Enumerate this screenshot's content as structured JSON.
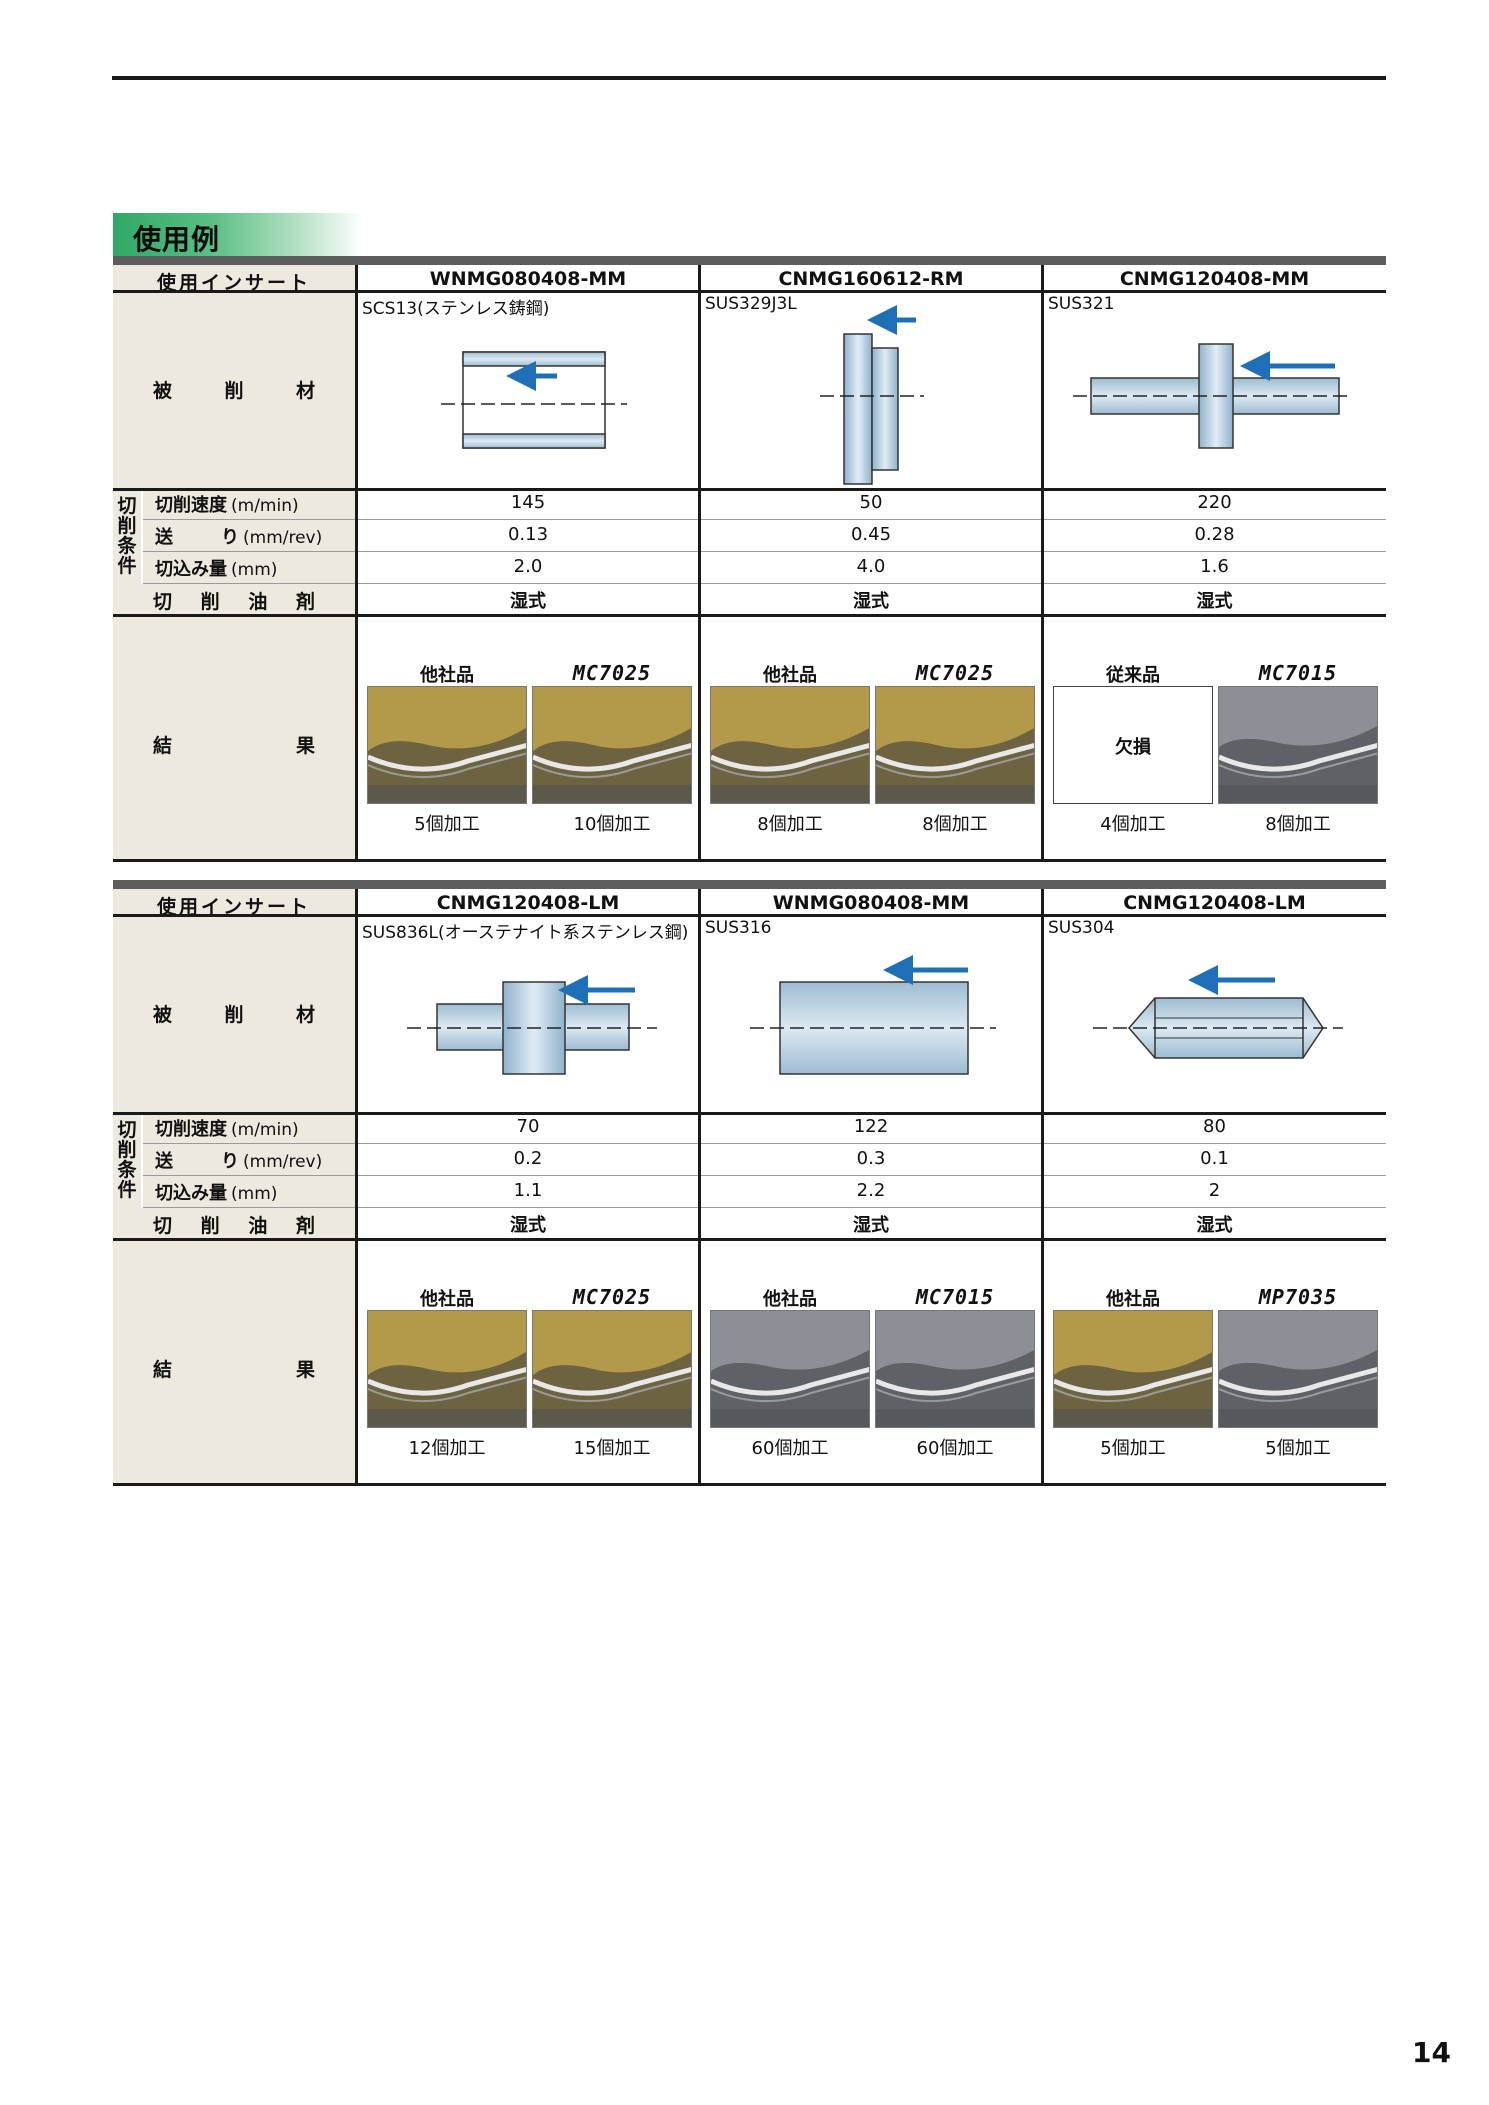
{
  "section_title": "使用例",
  "labels": {
    "insert": "使用インサート",
    "material": [
      "被",
      "削",
      "材"
    ],
    "condition_side": "切削条件",
    "speed": "切削速度",
    "speed_unit": "(m/min)",
    "feed_a": "送",
    "feed_b": "り",
    "feed_unit": "(mm/rev)",
    "depth": "切込み量",
    "depth_unit": "(mm)",
    "oil": [
      "切",
      "削",
      "油",
      "剤"
    ],
    "result": [
      "結",
      "果"
    ]
  },
  "blocks": [
    {
      "cases": [
        {
          "insert": "WNMG080408-MM",
          "material": "SCS13(ステンレス鋳鋼)",
          "speed": "145",
          "feed": "0.13",
          "depth": "2.0",
          "oil": "湿式",
          "results": [
            {
              "label": "他社品",
              "count": "5個加工",
              "tone": "gold"
            },
            {
              "label": "MC7025",
              "count": "10個加工",
              "tone": "gold"
            }
          ]
        },
        {
          "insert": "CNMG160612-RM",
          "material": "SUS329J3L",
          "speed": "50",
          "feed": "0.45",
          "depth": "4.0",
          "oil": "湿式",
          "results": [
            {
              "label": "他社品",
              "count": "8個加工",
              "tone": "gold"
            },
            {
              "label": "MC7025",
              "count": "8個加工",
              "tone": "gold"
            }
          ]
        },
        {
          "insert": "CNMG120408-MM",
          "material": "SUS321",
          "speed": "220",
          "feed": "0.28",
          "depth": "1.6",
          "oil": "湿式",
          "results": [
            {
              "label": "従来品",
              "count": "4個加工",
              "broken": "欠損"
            },
            {
              "label": "MC7015",
              "count": "8個加工",
              "tone": "grey"
            }
          ]
        }
      ]
    },
    {
      "cases": [
        {
          "insert": "CNMG120408-LM",
          "material": "SUS836L(オーステナイト系ステンレス鋼)",
          "speed": "70",
          "feed": "0.2",
          "depth": "1.1",
          "oil": "湿式",
          "results": [
            {
              "label": "他社品",
              "count": "12個加工",
              "tone": "gold"
            },
            {
              "label": "MC7025",
              "count": "15個加工",
              "tone": "gold"
            }
          ]
        },
        {
          "insert": "WNMG080408-MM",
          "material": "SUS316",
          "speed": "122",
          "feed": "0.3",
          "depth": "2.2",
          "oil": "湿式",
          "results": [
            {
              "label": "他社品",
              "count": "60個加工",
              "tone": "grey"
            },
            {
              "label": "MC7015",
              "count": "60個加工",
              "tone": "grey"
            }
          ]
        },
        {
          "insert": "CNMG120408-LM",
          "material": "SUS304",
          "speed": "80",
          "feed": "0.1",
          "depth": "2",
          "oil": "湿式",
          "results": [
            {
              "label": "他社品",
              "count": "5個加工",
              "tone": "gold"
            },
            {
              "label": "MP7035",
              "count": "5個加工",
              "tone": "grey"
            }
          ]
        }
      ]
    }
  ],
  "page_number": "14"
}
